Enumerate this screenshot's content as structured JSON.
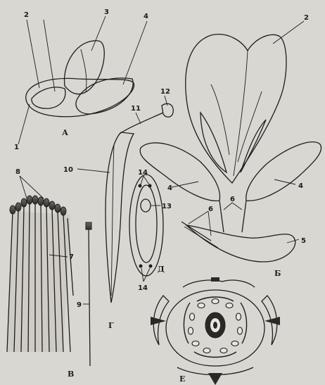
{
  "panels": {
    "A": "А",
    "B": "Б",
    "V": "В",
    "G": "Г",
    "D": "Д",
    "E": "Е"
  },
  "labels": {
    "a1": "1",
    "a2": "2",
    "a3": "3",
    "a4": "4",
    "b2": "2",
    "b4l": "4",
    "b4r": "4",
    "b5": "5",
    "b6": "6",
    "b6top": "6",
    "v7": "7",
    "v8": "8",
    "v9": "9",
    "g10": "10",
    "g11": "11",
    "g12": "12",
    "d13": "13",
    "d14top": "14",
    "d14bot": "14"
  }
}
